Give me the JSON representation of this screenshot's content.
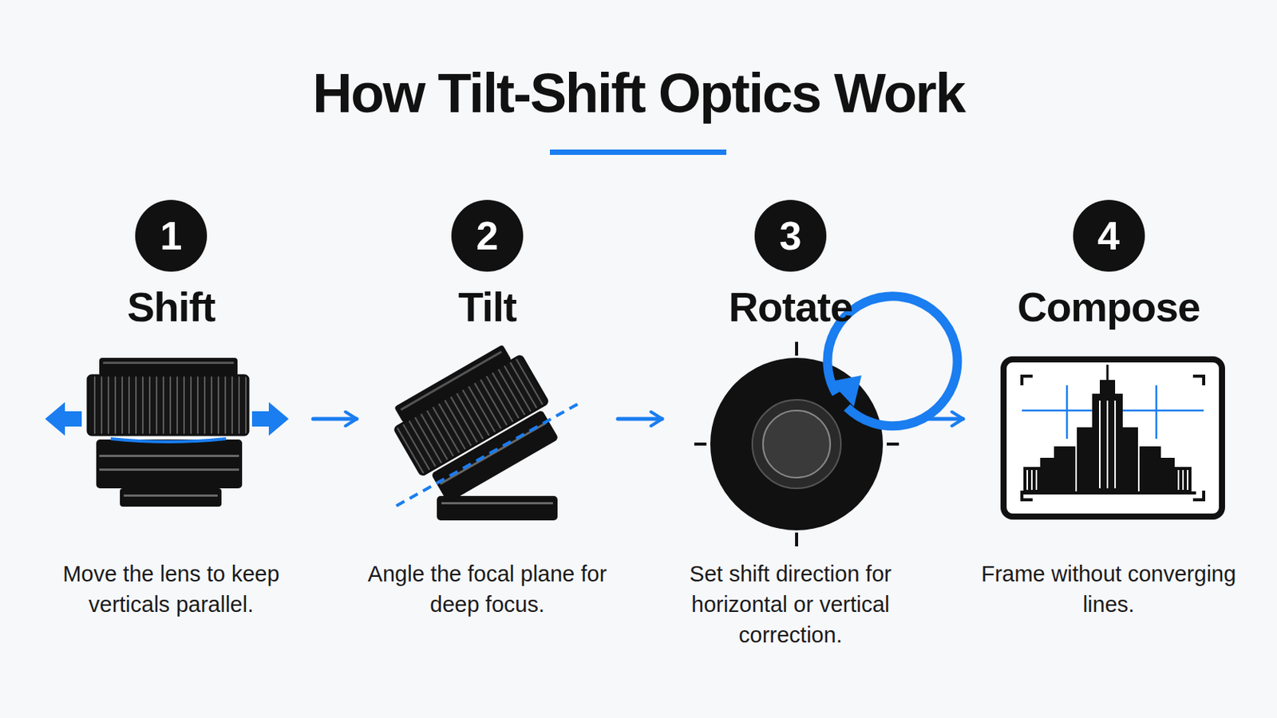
{
  "diagram": {
    "title": "How Tilt-Shift Optics Work",
    "nodes": [
      {
        "text": [
          "1",
          "Shift",
          "Move the lens to keep verticals parallel."
        ]
      },
      {
        "text": [
          "2",
          "Tilt",
          "Angle the focal plane for deep focus."
        ]
      },
      {
        "text": [
          "3",
          "Rotate",
          "Set shift direction for horizontal or vertical correction."
        ]
      },
      {
        "text": [
          "4",
          "Compose",
          "Frame without converging lines."
        ]
      }
    ],
    "edges": [
      {
        "from": 0,
        "to": 1,
        "arrow": "to"
      },
      {
        "from": 1,
        "to": 2,
        "arrow": "to"
      },
      {
        "from": 2,
        "to": 3,
        "arrow": "to"
      }
    ]
  }
}
